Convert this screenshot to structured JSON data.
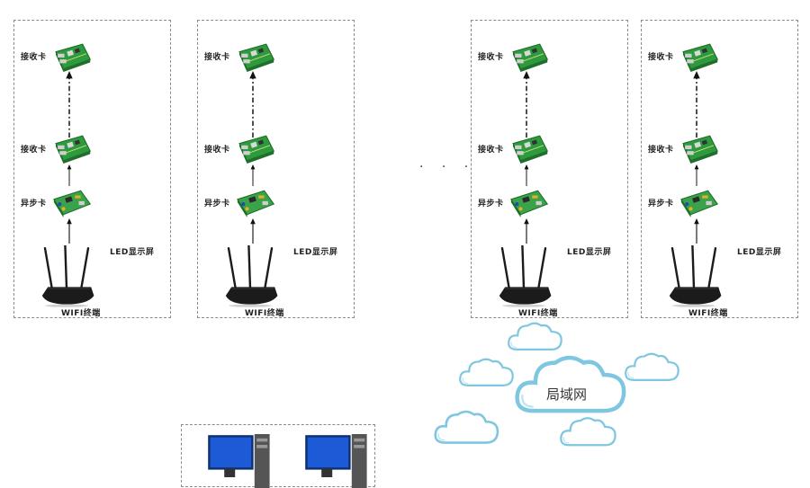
{
  "groups": [
    {
      "receiver_top": "接收卡",
      "receiver_bottom": "接收卡",
      "async_card": "异步卡",
      "display": "LED显示屏",
      "wifi": "WIFI终端"
    },
    {
      "receiver_top": "接收卡",
      "receiver_bottom": "接收卡",
      "async_card": "异步卡",
      "display": "LED显示屏",
      "wifi": "WIFI终端"
    },
    {
      "receiver_top": "接收卡",
      "receiver_bottom": "接收卡",
      "async_card": "异步卡",
      "display": "LED显示屏",
      "wifi": "WIFI终端"
    },
    {
      "receiver_top": "接收卡",
      "receiver_bottom": "接收卡",
      "async_card": "异步卡",
      "display": "LED显示屏",
      "wifi": "WIFI终端"
    }
  ],
  "ellipsis": "· · ·",
  "network": {
    "label": "局域网"
  },
  "colors": {
    "board": "#2e9a3e",
    "cloud": "#7fc6e0",
    "router": "#1b1b1b",
    "dash": "#8a8a8a"
  }
}
